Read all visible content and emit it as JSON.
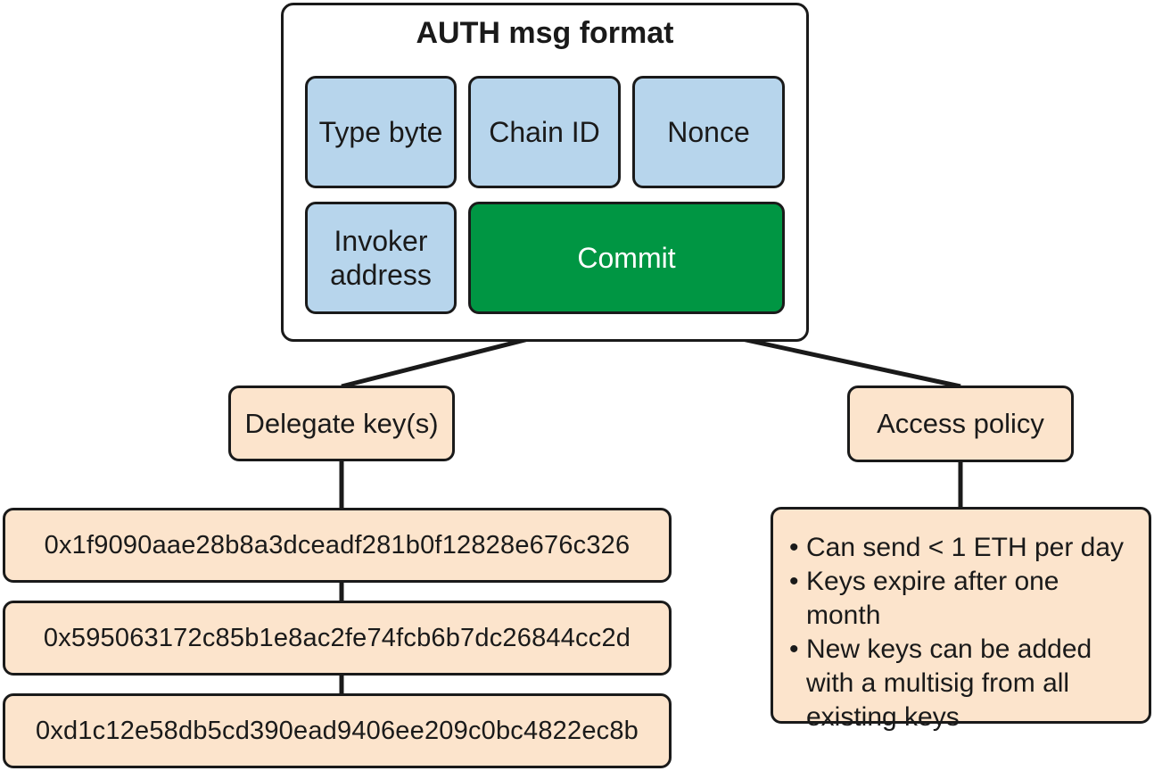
{
  "auth_box": {
    "title": "AUTH msg format",
    "fields": {
      "type_byte": "Type byte",
      "chain_id": "Chain ID",
      "nonce": "Nonce",
      "invoker_line1": "Invoker",
      "invoker_line2": "address",
      "commit": "Commit"
    }
  },
  "delegate": {
    "label": "Delegate key(s)",
    "keys": [
      "0x1f9090aae28b8a3dceadf281b0f12828e676c326",
      "0x595063172c85b1e8ac2fe74fcb6b7dc26844cc2d",
      "0xd1c12e58db5cd390ead9406ee209c0bc4822ec8b"
    ]
  },
  "access_policy": {
    "label": "Access policy",
    "rules": [
      "Can send < 1 ETH per day",
      "Keys expire after one month",
      "New keys can be added with a multisig from all existing keys"
    ]
  },
  "colors": {
    "field_blue": "#b7d5ec",
    "commit_green": "#009643",
    "node_peach": "#fce4cc"
  }
}
